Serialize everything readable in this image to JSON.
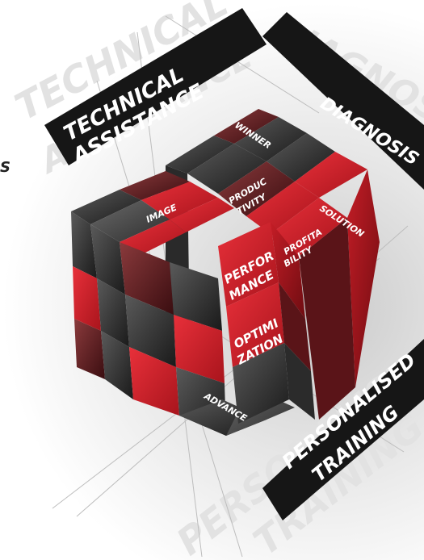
{
  "bands": {
    "technical_line1": "TECHNICAL",
    "technical_line2": "ASSISTANCE",
    "diagnosis": "DIAGNOSIS",
    "personalised_line1": "PERSONALISED",
    "personalised_line2": "TRAINING"
  },
  "ghost": {
    "technical": "TECHNICAL",
    "assistance": "ASSISTANCE",
    "diagnosis": "DIAGNOSIS",
    "personalised": "PERSONALISED",
    "training": "TRAINING"
  },
  "faces": {
    "winner": "WINNER",
    "produc": "PRODUC",
    "tivity": "TIVITY",
    "solution": "SOLUTION",
    "profita": "PROFITA",
    "bility": "BILITY",
    "image": "IMAGE",
    "perfor": "PERFOR",
    "mance": "MANCE",
    "optimi": "OPTIMI",
    "zation": "ZATION",
    "advance": "ADVANCE"
  },
  "edge_letter": "S",
  "colors": {
    "red": "#d3202a",
    "dark_red": "#7a1015",
    "charcoal": "#2b2b2b",
    "band_black": "#161616"
  }
}
